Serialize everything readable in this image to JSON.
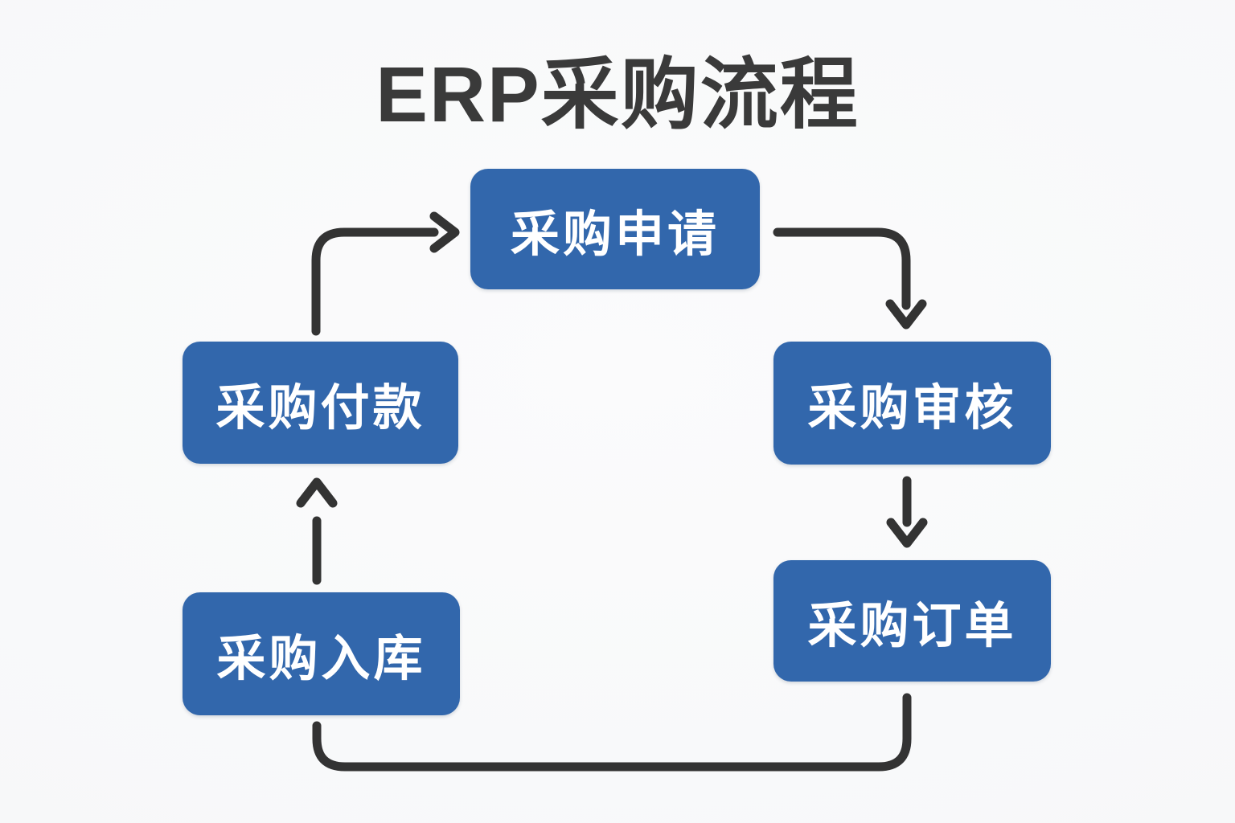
{
  "title": "ERP采购流程",
  "colors": {
    "box_fill": "#3267ac",
    "box_text": "#ffffff",
    "connector_line": "#333333",
    "title_text": "#3a3a3a",
    "background": "#f9fafa"
  },
  "diagram": {
    "type": "flowchart",
    "nodes": [
      {
        "id": "purchase-request",
        "label": "采购申请"
      },
      {
        "id": "purchase-review",
        "label": "采购审核"
      },
      {
        "id": "purchase-order",
        "label": "采购订单"
      },
      {
        "id": "purchase-inbound",
        "label": "采购入库"
      },
      {
        "id": "purchase-payment",
        "label": "采购付款"
      }
    ],
    "edges": [
      {
        "from": "采购申请",
        "to": "采购审核",
        "arrowhead": true,
        "route": "right-then-down"
      },
      {
        "from": "采购审核",
        "to": "采购订单",
        "arrowhead": true,
        "route": "straight-down"
      },
      {
        "from": "采购订单",
        "to": "采购入库",
        "arrowhead": false,
        "route": "down-left-up"
      },
      {
        "from": "采购入库",
        "to": "采购付款",
        "arrowhead": true,
        "route": "straight-up"
      },
      {
        "from": "采购付款",
        "to": "采购申请",
        "arrowhead": true,
        "route": "up-then-right"
      }
    ]
  }
}
